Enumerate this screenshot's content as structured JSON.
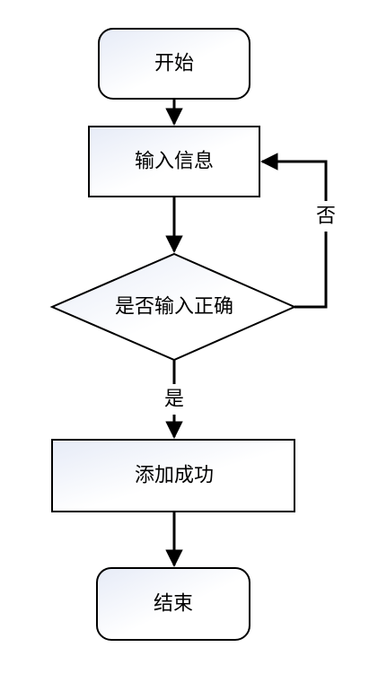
{
  "diagram": {
    "nodes": {
      "start": "开始",
      "input": "输入信息",
      "decision": "是否输入正确",
      "success": "添加成功",
      "end": "结束"
    },
    "edges": {
      "yes": "是",
      "no": "否"
    }
  },
  "colors": {
    "stroke": "#000000",
    "fill_light": "#ffffff",
    "fill_tint": "#e6ebf7"
  }
}
